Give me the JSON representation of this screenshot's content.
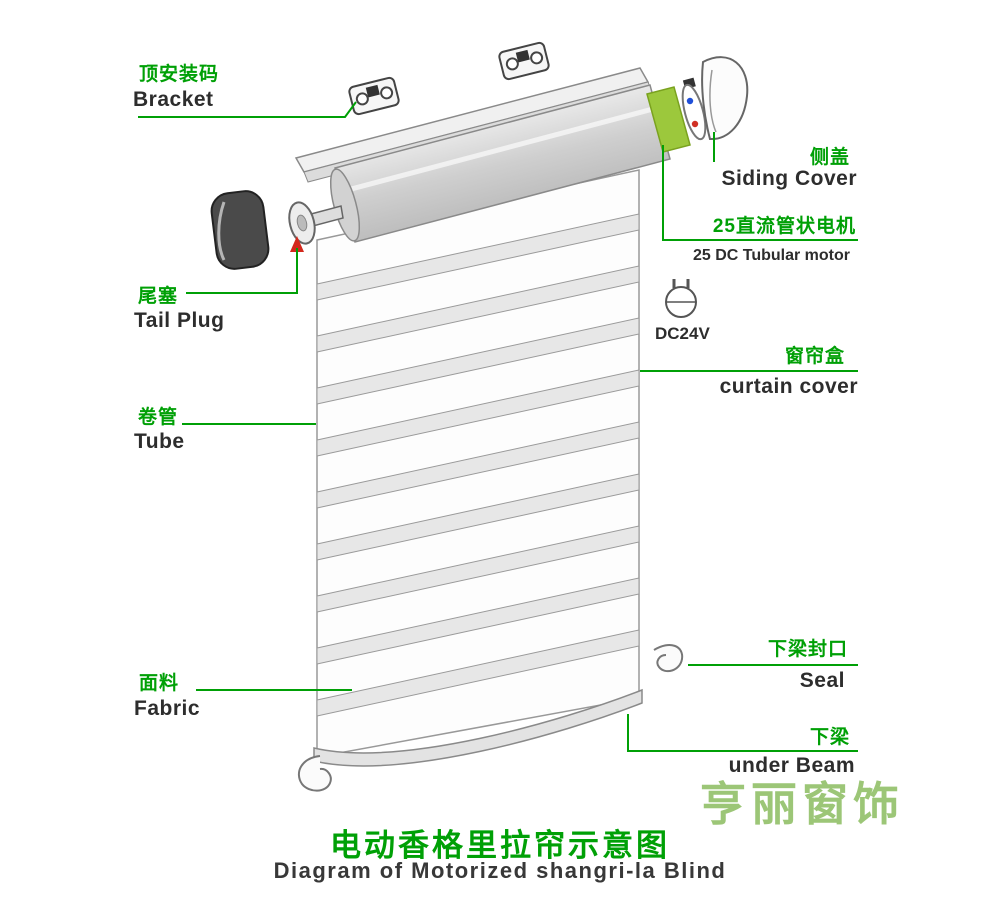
{
  "title": {
    "zh": "电动香格里拉帘示意图",
    "en": "Diagram of Motorized shangri-la Blind"
  },
  "watermark": "亨丽窗饰",
  "labels": {
    "bracket": {
      "zh": "顶安装码",
      "en": "Bracket"
    },
    "tail_plug": {
      "zh": "尾塞",
      "en": "Tail Plug"
    },
    "tube": {
      "zh": "卷管",
      "en": "Tube"
    },
    "fabric": {
      "zh": "面料",
      "en": "Fabric"
    },
    "siding_cover": {
      "zh": "侧盖",
      "en": "Siding Cover"
    },
    "motor": {
      "zh": "25直流管状电机",
      "en": "25 DC Tubular motor"
    },
    "power": {
      "label": "DC24V"
    },
    "curtain_cover": {
      "zh": "窗帘盒",
      "en": "curtain cover"
    },
    "seal": {
      "zh": "下梁封口",
      "en": "Seal"
    },
    "under_beam": {
      "zh": "下梁",
      "en": "under Beam"
    }
  },
  "colors": {
    "accent_green": "#00A006",
    "motor_green": "#9CC83C",
    "diagram_line_gray": "#8A8A8A",
    "watermark_green": "#8FBC5F"
  }
}
